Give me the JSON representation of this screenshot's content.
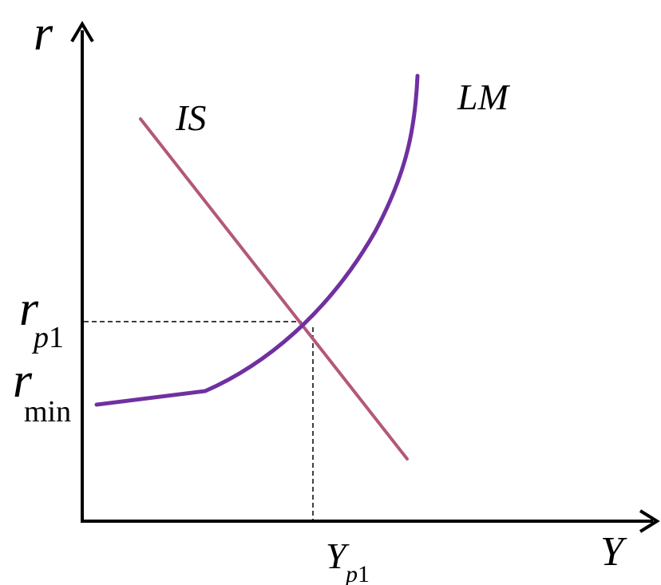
{
  "axes": {
    "y_label": "r",
    "x_label": "Y"
  },
  "curves": {
    "is": {
      "label": "IS",
      "color": "#b3587a"
    },
    "lm": {
      "label": "LM",
      "color": "#7030a0"
    }
  },
  "equilibrium": {
    "r_p1": {
      "symbol": "r",
      "subscript_letter": "p",
      "subscript_number": "1"
    },
    "y_p1": {
      "symbol": "Y",
      "subscript_letter": "p",
      "subscript_number": "1"
    }
  },
  "r_min": {
    "symbol": "r",
    "subscript": "min"
  }
}
